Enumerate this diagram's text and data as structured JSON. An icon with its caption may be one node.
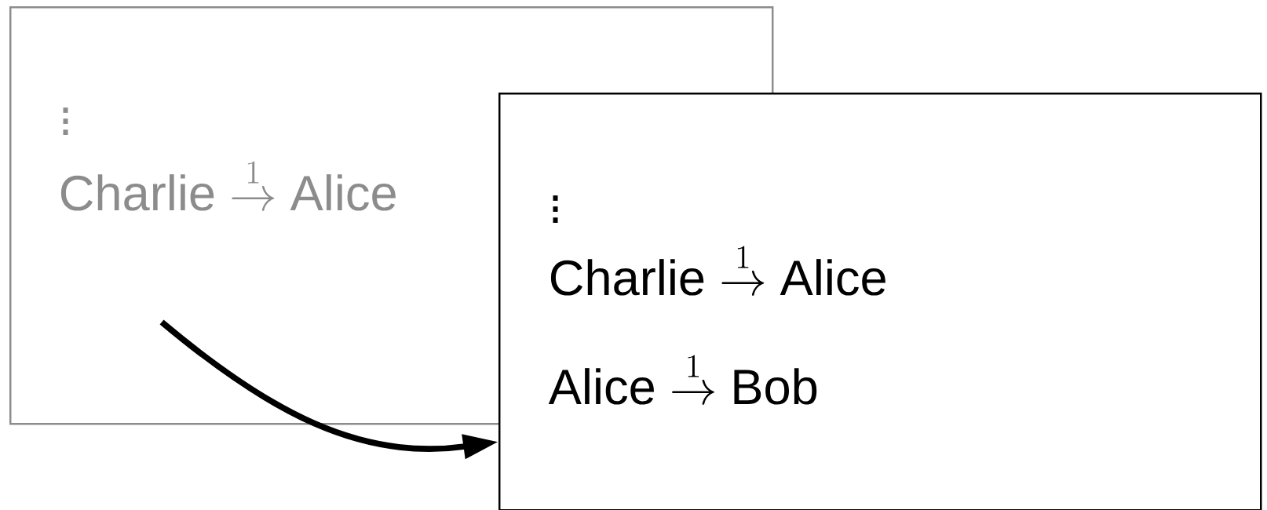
{
  "diagram": {
    "nodes": [
      {
        "text": [
          "\\vdots",
          "\\text{Charlie} \\stackrel{1}{\\to} \\text{Alice}"
        ]
      },
      {
        "text": [
          "\\vdots",
          "\\text{Charlie} \\stackrel{1}{\\to} \\text{Alice}",
          "\\text{Alice} \\stackrel{1}{\\to} \\text{Bob}"
        ]
      }
    ],
    "edges": [
      {
        "from": 0,
        "to": 1,
        "arrow": "to"
      }
    ]
  }
}
